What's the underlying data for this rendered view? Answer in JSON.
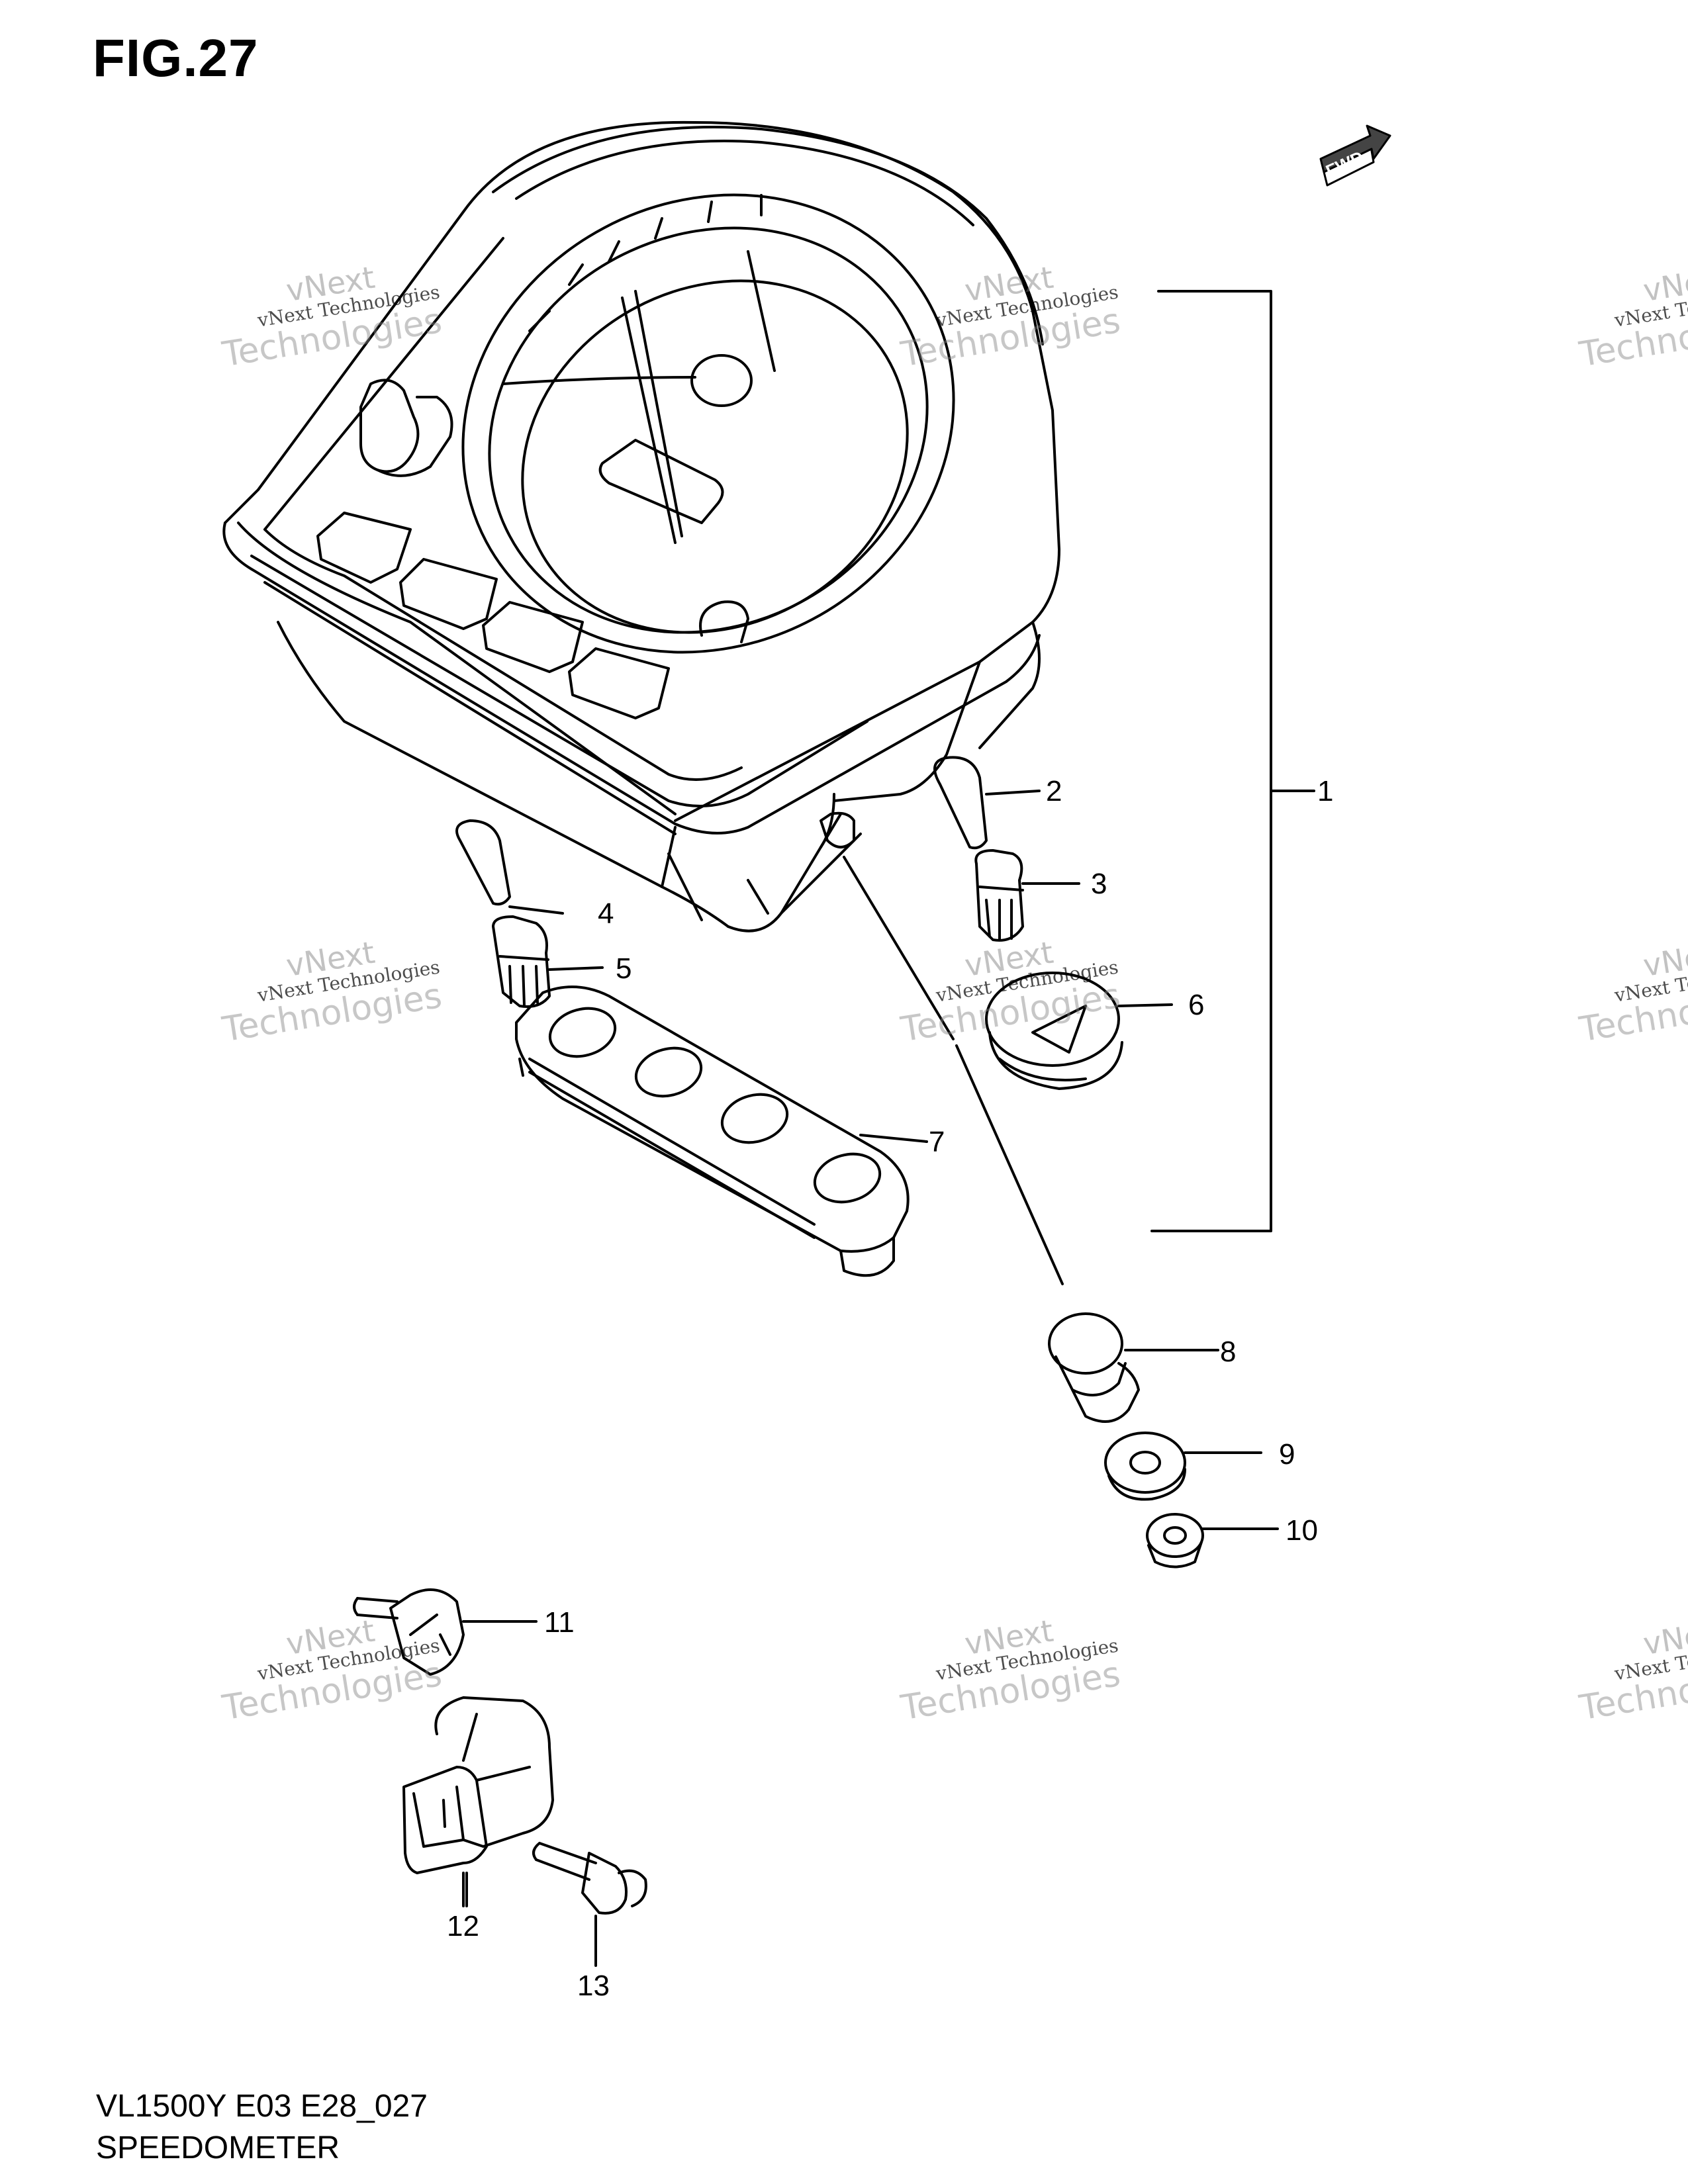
{
  "figure": {
    "title": "FIG.27",
    "model_code": "VL1500Y E03 E28_027",
    "section_name": "SPEEDOMETER",
    "forward_badge": "FWD"
  },
  "callouts": [
    {
      "number": "1"
    },
    {
      "number": "2"
    },
    {
      "number": "3"
    },
    {
      "number": "4"
    },
    {
      "number": "5"
    },
    {
      "number": "6"
    },
    {
      "number": "7"
    },
    {
      "number": "8"
    },
    {
      "number": "9"
    },
    {
      "number": "10"
    },
    {
      "number": "11"
    },
    {
      "number": "12"
    },
    {
      "number": "13"
    }
  ],
  "watermark": {
    "line1": "vNext",
    "line2": "vNext Technologies",
    "line3": "Technologies"
  }
}
